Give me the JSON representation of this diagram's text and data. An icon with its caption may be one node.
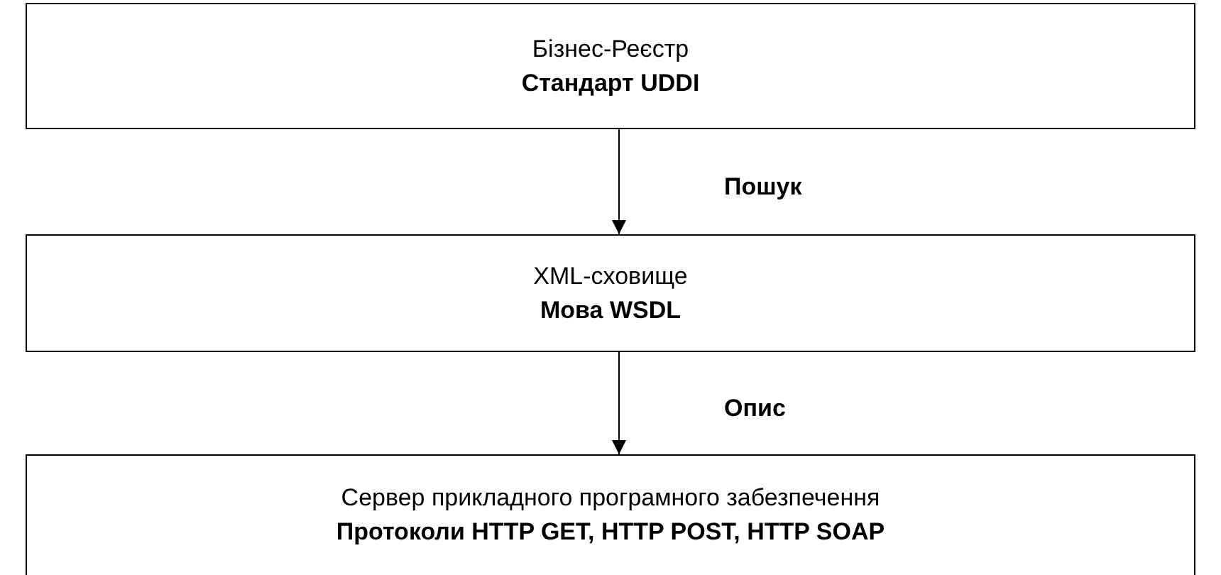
{
  "diagram": {
    "nodes": [
      {
        "text": [
          "Бізнес-Реєстр",
          "Стандарт UDDI"
        ]
      },
      {
        "text": [
          "XML-сховище",
          "Мова WSDL"
        ]
      },
      {
        "text": [
          "Сервер прикладного програмного забезпечення",
          "Протоколи HTTP GET, HTTP POST, HTTP SOAP"
        ]
      }
    ],
    "edges": [
      {
        "from": 0,
        "to": 1,
        "arrow": "to",
        "label": "Пошук"
      },
      {
        "from": 1,
        "to": 2,
        "arrow": "to",
        "label": "Опис"
      }
    ]
  }
}
